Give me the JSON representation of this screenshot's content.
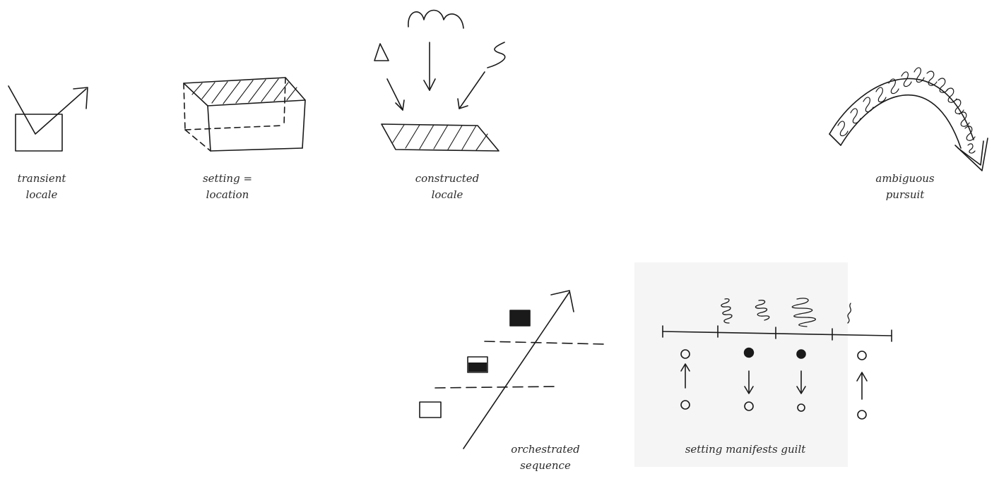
{
  "captions": {
    "transient_locale": [
      "transient",
      "locale"
    ],
    "setting_location": [
      "setting =",
      "location"
    ],
    "constructed_locale": [
      "constructed",
      "locale"
    ],
    "ambiguous_pursuit": [
      "ambiguous",
      "pursuit"
    ],
    "orchestrated_sequence": [
      "orchestrated",
      "sequence"
    ],
    "setting_manifests_guilt": "setting manifests guilt"
  },
  "colors": {
    "ink": "#1a1a1a",
    "paper": "#ffffff",
    "scan_patch": "#f5f5f5"
  }
}
